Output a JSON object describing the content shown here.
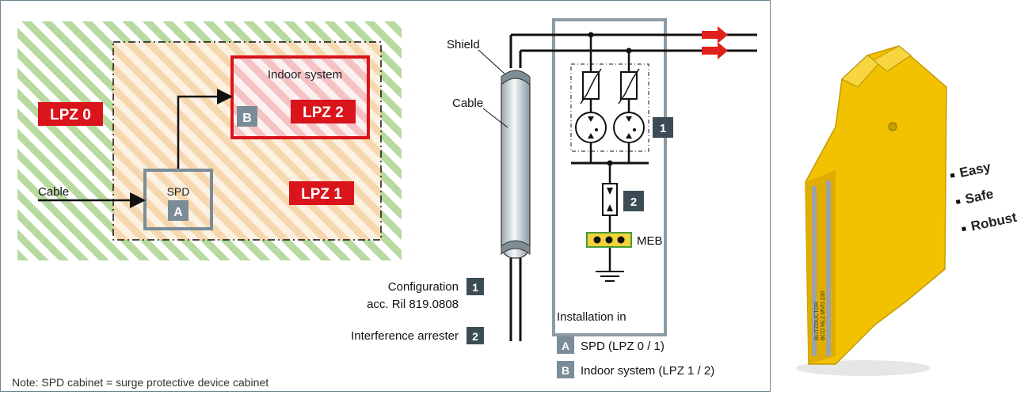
{
  "zones": {
    "lpz0": "LPZ 0",
    "lpz1": "LPZ 1",
    "lpz2": "LPZ 2",
    "indoor_system": "Indoor system",
    "spd": "SPD",
    "cable": "Cable",
    "marker_a": "A",
    "marker_b": "B"
  },
  "circuit": {
    "shield": "Shield",
    "cable": "Cable",
    "marker_1": "1",
    "marker_2": "2",
    "meb": "MEB"
  },
  "legend": {
    "configuration": "Configuration",
    "configuration_ref": "acc. Ril 819.0808",
    "interference_arrester": "Interference arrester",
    "num_1": "1",
    "num_2": "2",
    "installation_in": "Installation in",
    "item_a_letter": "A",
    "item_a_text": "SPD (LPZ 0 / 1)",
    "item_b_letter": "B",
    "item_b_text": "Indoor system (LPZ 1 / 2)"
  },
  "note": "Note: SPD cabinet = surge protective device cabinet",
  "product": {
    "features": [
      "Easy",
      "Safe",
      "Robust"
    ],
    "label_lines": [
      "BLITZDUCTOR",
      "BCO ML2 MVO 230"
    ]
  },
  "colors": {
    "lpz_red": "#d9141a",
    "marker_gray": "#7a8c97",
    "marker_dark": "#3b4c55",
    "stripe_green": "#b8d9a0",
    "stripe_orange": "#f6d8b0",
    "stripe_pink": "#f5c2c4",
    "product_yellow": "#f2c200"
  }
}
